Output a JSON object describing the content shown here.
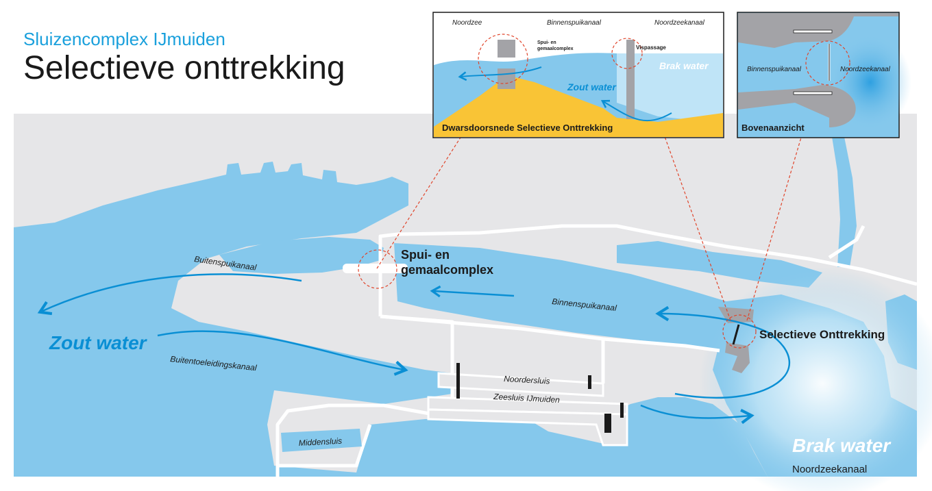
{
  "header": {
    "subtitle": "Sluizencomplex IJmuiden",
    "title": "Selectieve onttrekking"
  },
  "map_labels": {
    "buitenspuikanaal": "Buitenspuikanaal",
    "spui_line1": "Spui- en",
    "spui_line2": "gemaalcomplex",
    "binnenspuikanaal": "Binnenspuikanaal",
    "selectieve": "Selectieve Onttrekking",
    "zout_water": "Zout water",
    "buitentoeleidingskanaal": "Buitentoeleidingskanaal",
    "noordersluis": "Noordersluis",
    "zeesluis": "Zeesluis IJmuiden",
    "middensluis": "Middensluis",
    "brak_water": "Brak water",
    "noordzeekanaal": "Noordzeekanaal"
  },
  "inset_cross_section": {
    "noordzee": "Noordzee",
    "binnenspuikanaal": "Binnenspuikanaal",
    "noordzeekanaal": "Noordzeekanaal",
    "spui_line1": "Spui- en",
    "spui_line2": "gemaalcomplex",
    "vispassage": "Vispassage",
    "brak_water": "Brak water",
    "zout_water": "Zout water",
    "caption": "Dwarsdoorsnede Selectieve Onttrekking"
  },
  "inset_top_view": {
    "binnenspuikanaal": "Binnenspuikanaal",
    "noordzeekanaal": "Noordzeekanaal",
    "caption": "Bovenaanzicht"
  },
  "colors": {
    "water": "#85c8ec",
    "land": "#e6e6e8",
    "deep_blue": "#0a8fd4",
    "title_blue": "#1aa0dc",
    "sand": "#f9c436",
    "structure_grey": "#a3a3a7",
    "callout_red": "#e0442a"
  }
}
